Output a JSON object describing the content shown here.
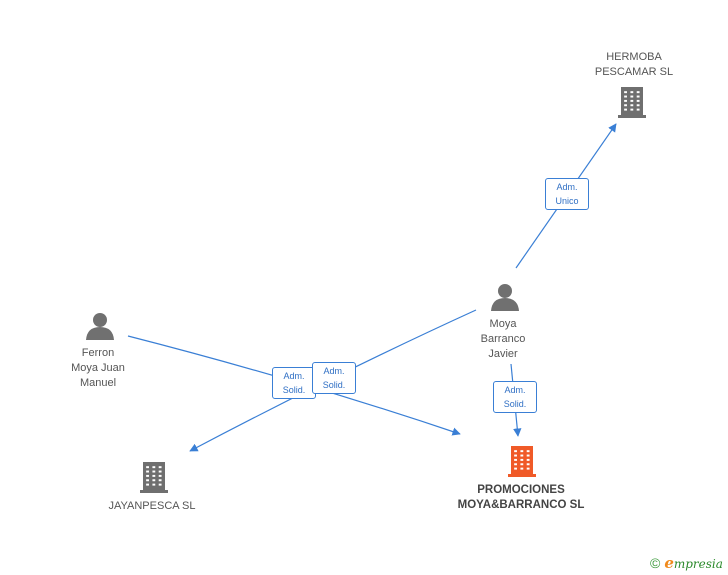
{
  "colors": {
    "edge": "#3a7fd5",
    "company": "#6f6f6f",
    "company_main": "#f05a28",
    "person": "#707070"
  },
  "nodes": [
    {
      "id": "hermoba",
      "kind": "company",
      "icon": "building-icon",
      "lines": [
        "HERMOBA",
        "PESCAMAR SL"
      ]
    },
    {
      "id": "moya",
      "kind": "person",
      "icon": "person-icon",
      "lines": [
        "Moya",
        "Barranco",
        "Javier"
      ]
    },
    {
      "id": "ferron",
      "kind": "person",
      "icon": "person-icon",
      "lines": [
        "Ferron",
        "Moya Juan",
        "Manuel"
      ]
    },
    {
      "id": "jayanpesca",
      "kind": "company",
      "icon": "building-icon",
      "lines": [
        "JAYANPESCA SL"
      ]
    },
    {
      "id": "promociones",
      "kind": "company_main",
      "icon": "building-icon",
      "lines": [
        "PROMOCIONES",
        "MOYA&BARRANCO SL"
      ]
    }
  ],
  "relations": [
    {
      "id": "rel-moya-hermoba",
      "from": "moya",
      "to": "hermoba",
      "label": [
        "Adm.",
        "Unico"
      ]
    },
    {
      "id": "rel-moya-promociones",
      "from": "moya",
      "to": "promociones",
      "label": [
        "Adm.",
        "Solid."
      ]
    },
    {
      "id": "rel-ferron-promociones",
      "from": "ferron",
      "to": "promociones",
      "label": [
        "Adm.",
        "Solid."
      ]
    },
    {
      "id": "rel-moya-jayanpesca",
      "from": "moya",
      "to": "jayanpesca",
      "label": [
        "Adm.",
        "Solid."
      ]
    }
  ],
  "brand": {
    "copyright": "©",
    "mark": "e",
    "name": "mpresia"
  }
}
